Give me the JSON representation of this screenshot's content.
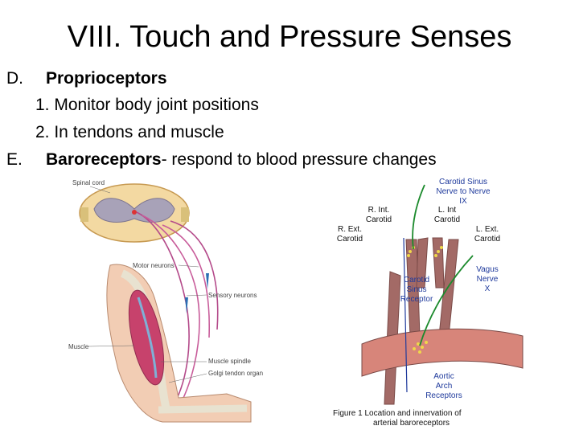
{
  "slide": {
    "title": "VIII. Touch and Pressure Senses",
    "items": [
      {
        "letter": "D.",
        "heading": "Proprioceptors",
        "rest": ""
      },
      {
        "letter": "E.",
        "heading": "Baroreceptors",
        "rest": "- respond to blood pressure changes"
      }
    ],
    "sub_items": [
      "1.   Monitor body joint positions",
      "2.   In tendons and muscle"
    ]
  },
  "left_figure": {
    "labels": {
      "spinal_cord": "Spinal cord",
      "motor_neurons": "Motor neurons",
      "sensory_neurons": "Sensory neurons",
      "muscle": "Muscle",
      "muscle_spindle": "Muscle spindle",
      "golgi": "Golgi tendon organ"
    }
  },
  "right_figure": {
    "labels": {
      "carotid_sinus_nerve": [
        "Carotid Sinus",
        "Nerve to Nerve",
        "IX"
      ],
      "r_int": [
        "R. Int.",
        "Carotid"
      ],
      "l_int": [
        "L. Int",
        "Carotid"
      ],
      "r_ext": [
        "R. Ext.",
        "Carotid"
      ],
      "l_ext": [
        "L. Ext.",
        "Carotid"
      ],
      "vagus": [
        "Vagus",
        "Nerve",
        "X"
      ],
      "carotid_sinus_receptor": [
        "Carotid",
        "Sinus",
        "Receptor"
      ],
      "aortic": [
        "Aortic",
        "Arch",
        "Receptors"
      ]
    },
    "caption": [
      "Figure 1   Location and innervation of",
      "arterial baroreceptors"
    ]
  }
}
